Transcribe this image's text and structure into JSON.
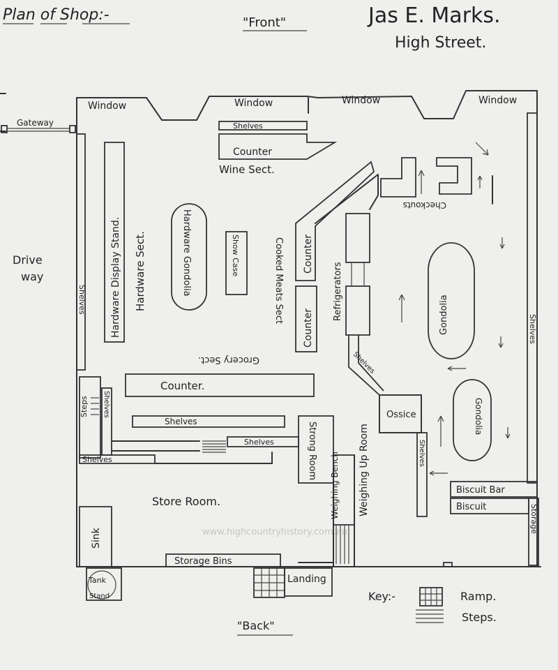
{
  "header": {
    "plan_title": "Plan of Shop:-",
    "front": "\"Front\"",
    "owner": "Jas E. Marks.",
    "street": "High Street."
  },
  "labels": {
    "window": "Window",
    "gateway": "Gateway",
    "driveway_1": "Drive",
    "driveway_2": "way",
    "shelves": "Shelves",
    "counter": "Counter",
    "wine_sect": "Wine Sect.",
    "counter_main": "Counter.",
    "hardware_display_stand": "Hardware Display Stand.",
    "hardware_sect": "Hardware Sect.",
    "hardware_gondolia": "Hardware Gondolia",
    "show_case": "Show Case",
    "cooked_meats_sect": "Cooked Meats Sect",
    "grocery_sect": "Grocery Sect.",
    "refrigerators": "Refrigerators",
    "checkouts": "Checkouts",
    "gondolia": "Gondolia",
    "office": "Ossice",
    "steps": "Steps",
    "strong_room": "Strong Room",
    "weighing_bench": "Weighing Bench",
    "weighing_up_room": "Weighing Up Room",
    "store_room": "Store Room.",
    "sink": "Sink",
    "storage_bins": "Storage Bins",
    "tank_stand": "Tank Stand",
    "landing": "Landing",
    "biscuit_bar": "Biscuit Bar",
    "biscuit": "Biscuit",
    "storage": "Storage",
    "back": "\"Back\""
  },
  "key": {
    "title": "Key:-",
    "ramp": "Ramp.",
    "steps": "Steps."
  },
  "watermark": "www.highcountryhistory.com.au"
}
